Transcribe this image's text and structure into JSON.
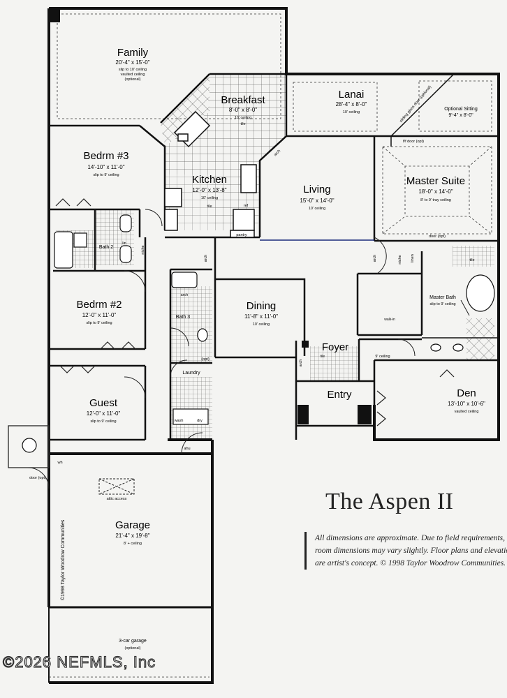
{
  "plan_title": "The Aspen II",
  "disclaimer": "All dimensions are approximate. Due to field requirements, room dimensions may vary slightly. Floor plans and elevations are artist's concept. © 1998 Taylor Woodrow Communities.",
  "copyright_side": "©1998 Taylor Woodrow Communities",
  "watermark": "©2026 NEFMLS, Inc",
  "rooms": {
    "family": {
      "name": "Family",
      "dims": "20'-4\" x 15'-0\"",
      "note": "slip to 10' ceiling",
      "note2": "vaulted ceiling",
      "note3": "(optional)"
    },
    "breakfast": {
      "name": "Breakfast",
      "dims": "8'-0\" x 8'-0\"",
      "note": "10' ceiling",
      "note2": "tile"
    },
    "lanai": {
      "name": "Lanai",
      "dims": "28'-4\" x 8'-0\"",
      "note": "10' ceiling"
    },
    "optional_sitting": {
      "name": "Optional Sitting",
      "dims": "9'-4\" x 8'-0\""
    },
    "bedrm3": {
      "name": "Bedrm #3",
      "dims": "14'-10\" x 11'-0\"",
      "note": "slip to 9' ceiling"
    },
    "kitchen": {
      "name": "Kitchen",
      "dims": "12'-0\" x 13'-8\"",
      "note": "10' ceiling",
      "note2": "tile"
    },
    "living": {
      "name": "Living",
      "dims": "15'-0\" x 14'-0\"",
      "note": "10' ceiling"
    },
    "master_suite": {
      "name": "Master Suite",
      "dims": "18'-0\" x 14'-0\"",
      "note": "8' to 9' tray ceiling"
    },
    "bath2": {
      "name": "Bath 2"
    },
    "bedrm2": {
      "name": "Bedrm #2",
      "dims": "12'-0\" x 11'-0\"",
      "note": "slip to 9' ceiling"
    },
    "bath3": {
      "name": "Bath 3"
    },
    "dining": {
      "name": "Dining",
      "dims": "11'-8\" x 11'-0\"",
      "note": "10' ceiling"
    },
    "master_bath": {
      "name": "Master Bath",
      "note": "slip to 9' ceiling"
    },
    "walkin": {
      "name": "walk-in"
    },
    "laundry": {
      "name": "Laundry"
    },
    "foyer": {
      "name": "Foyer",
      "note": "tile"
    },
    "entry": {
      "name": "Entry"
    },
    "guest": {
      "name": "Guest",
      "dims": "12'-0\" x 11'-0\"",
      "note": "slip to 9' ceiling"
    },
    "den": {
      "name": "Den",
      "dims": "13'-10\" x 10'-6\"",
      "note": "vaulted ceiling"
    },
    "garage": {
      "name": "Garage",
      "dims": "21'-4\" x 19'-8\"",
      "note": "8' + ceiling",
      "note2": "attic access"
    },
    "garage3": {
      "name": "3-car garage",
      "note": "(optional)"
    }
  },
  "labels": {
    "pantry": "pantry",
    "ref": "ref",
    "arch": "arch",
    "niche": "niche",
    "linen": "linen",
    "lin": "lin",
    "tile": "tile",
    "wash": "wash",
    "dry": "dry",
    "ahu": "ahu",
    "wh": "wh",
    "door_opt": "door (opt)",
    "opt": "(opt)",
    "ceiling9": "9' ceiling",
    "sliding_door": "sliding glass door (optional)",
    "fd": "f/f door (opt)"
  }
}
